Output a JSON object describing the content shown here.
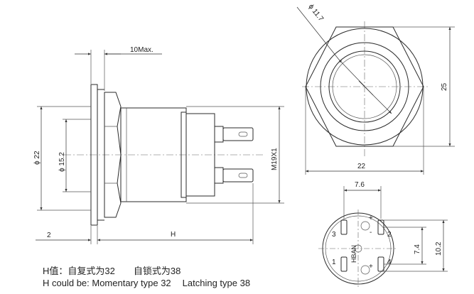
{
  "side_view": {
    "dim_top": "10Max.",
    "dim_dia_outer": "ϕ 22",
    "dim_dia_inner": "ϕ 15.2",
    "dim_thread": "M19X1",
    "dim_flange": "2",
    "dim_length": "H"
  },
  "front_view": {
    "dim_ring": "ϕ 11.7",
    "dim_height": "25",
    "dim_width": "22"
  },
  "bottom_view": {
    "dim_spacing_top": "7.6",
    "dim_pitch": "7.4",
    "dim_overall": "10.2",
    "brand": "HBAN",
    "terminals": [
      "3",
      "2",
      "1",
      "4"
    ],
    "symbols": [
      "+",
      "-",
      "+"
    ]
  },
  "notes": {
    "cn_h": "H值：自复式为32",
    "cn_latch": "自锁式为38",
    "en_h": "H could be: Momentary type 32",
    "en_latch": "Latching type 38"
  }
}
